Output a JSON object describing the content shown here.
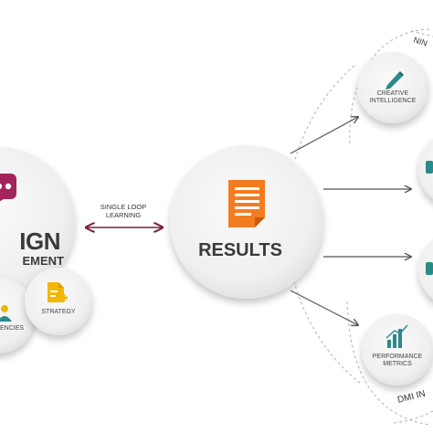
{
  "center": {
    "title": "RESULTS",
    "icon": "document-icon"
  },
  "left_hub": {
    "title_visible": "IGN",
    "subtitle_visible": "EMENT",
    "icon": "chat-bubble-icon",
    "accent": "#a3245a"
  },
  "satellites_left": [
    {
      "label": "STRATEGY",
      "icon": "strategy-document-icon"
    },
    {
      "label": "ENCIES",
      "icon": "people-icon"
    }
  ],
  "loop": {
    "line1": "SINGLE LOOP",
    "line2": "LEARNING",
    "color": "#7a1f3e"
  },
  "outputs": [
    {
      "label_line1": "CREATIVE",
      "label_line2": "INTELLIGENCE",
      "icon": "pencil-icon"
    },
    {
      "label_line1": "PERFORMANCE",
      "label_line2": "METRICS",
      "icon": "bar-chart-icon"
    }
  ],
  "orbit_labels": {
    "top": "NIN",
    "bottom": "DMI IN"
  },
  "colors": {
    "accent_orange": "#f47c20",
    "accent_teal": "#2a8a8a",
    "accent_yellow": "#f2b705",
    "circle_fill": "#f0f0f0",
    "arrow": "#555555"
  }
}
